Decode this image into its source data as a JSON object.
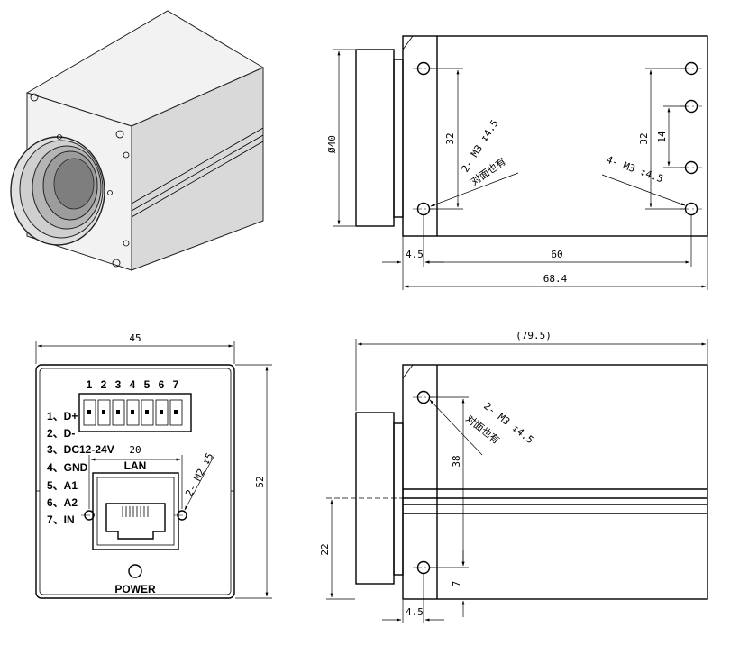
{
  "side_view": {
    "dia_label": "Ø40",
    "dim_32_left": "32",
    "dim_32_right": "32",
    "dim_14": "14",
    "dim_4_5": "4.5",
    "dim_60": "60",
    "dim_68_4": "68.4",
    "note_left": "2- M3 ↧4.5",
    "note_left_sub": "对面也有",
    "note_right": "4- M3 ↧4.5"
  },
  "back_view": {
    "width_dim": "45",
    "height_dim": "52",
    "pin_numbers": [
      "1",
      "2",
      "3",
      "4",
      "5",
      "6",
      "7"
    ],
    "pins": [
      "1、D+",
      "2、D-",
      "3、DC12-24V",
      "4、GND",
      "5、A1",
      "6、A2",
      "7、IN"
    ],
    "lan_label": "LAN",
    "lan_spacing_dim": "20",
    "screw_note": "2- M2 ↧5",
    "power_label": "POWER"
  },
  "bottom_view": {
    "overall_dim": "(79.5)",
    "note": "2- M3 ↧4.5",
    "note_sub": "对面也有",
    "dim_38": "38",
    "dim_22": "22",
    "dim_7": "7",
    "dim_4_5": "4.5"
  }
}
